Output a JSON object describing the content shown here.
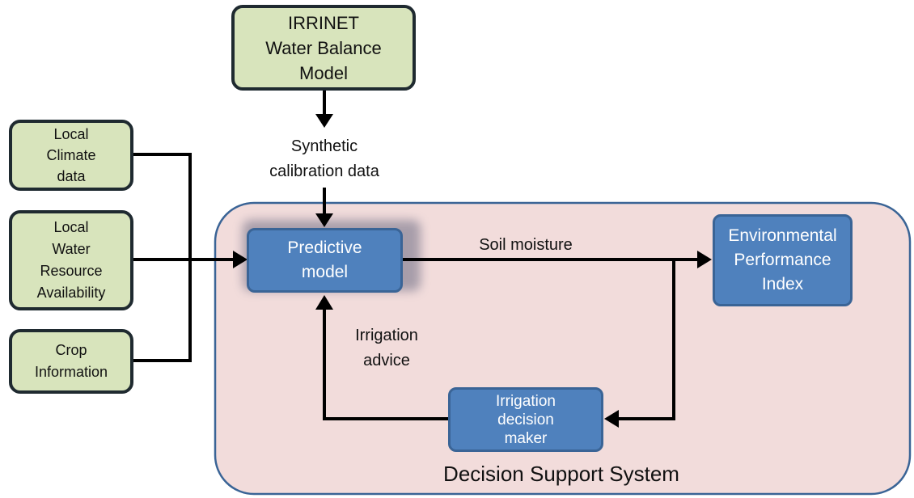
{
  "colors": {
    "input_fill": "#d8e4bc",
    "input_border": "#1f2a30",
    "model_fill": "#4f81bd",
    "model_border": "#3a6496",
    "system_fill": "#f2dcdb",
    "system_border": "#3a6496",
    "arrow": "#000000"
  },
  "nodes": {
    "irrinet": [
      "IRRINET",
      "Water Balance",
      "Model"
    ],
    "local_climate": [
      "Local",
      "Climate",
      "data"
    ],
    "local_water": [
      "Local",
      "Water",
      "Resource",
      "Availability"
    ],
    "crop_info": [
      "Crop",
      "Information"
    ],
    "predictive_model": [
      "Predictive",
      "model"
    ],
    "environmental_index": [
      "Environmental",
      "Performance",
      "Index"
    ],
    "irrigation_decision_maker": [
      "Irrigation",
      "decision",
      "maker"
    ]
  },
  "labels": {
    "synthetic": [
      "Synthetic",
      "calibration data"
    ],
    "soil_moisture": "Soil moisture",
    "irrigation_advice": [
      "Irrigation",
      "advice"
    ],
    "system_title": "Decision Support System"
  }
}
